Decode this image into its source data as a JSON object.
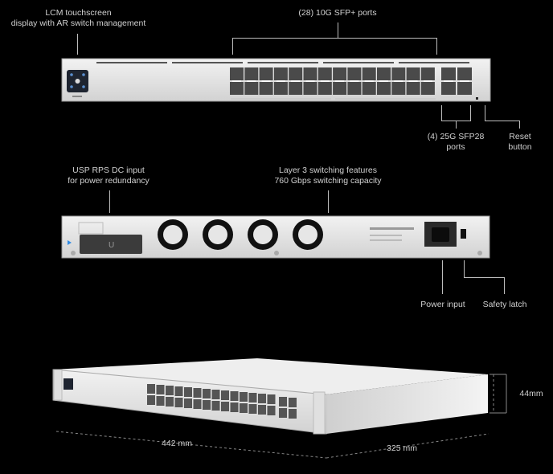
{
  "front": {
    "lcm_label": [
      "LCM touchscreen",
      "display with AR switch management"
    ],
    "sfp_plus_label": "(28) 10G SFP+ ports",
    "sfp28_label": [
      "(4) 25G SFP28",
      "ports"
    ],
    "reset_label": [
      "Reset",
      "button"
    ],
    "sfp_plus_count": 28,
    "sfp28_count": 4
  },
  "rear": {
    "rps_label": [
      "USP RPS DC input",
      "for power redundancy"
    ],
    "layer3_label": [
      "Layer 3 switching features",
      "760 Gbps switching capacity"
    ],
    "power_label": "Power input",
    "latch_label": "Safety latch",
    "fan_count": 4
  },
  "dimensions": {
    "width": "442 mm",
    "depth": "325 mm",
    "height": "44mm"
  },
  "colors": {
    "background": "#000000",
    "chassis": "#e4e4e4",
    "port": "#4a4a4a"
  }
}
